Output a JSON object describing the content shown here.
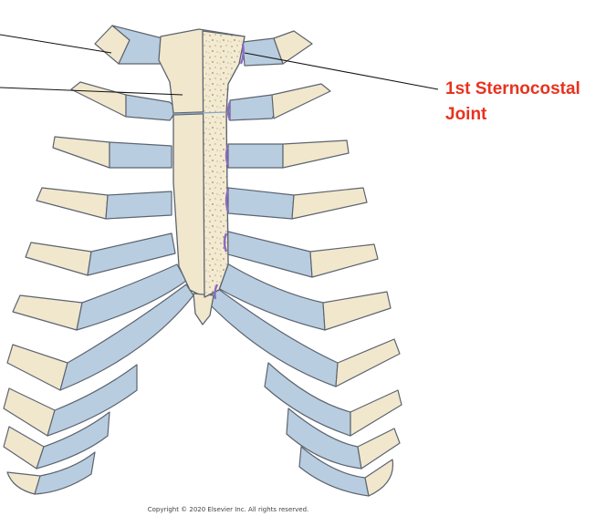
{
  "labels": {
    "joint_line1": "1st Sternocostal",
    "joint_line2": "Joint"
  },
  "copyright": "Copyright © 2020 Elsevier Inc. All rights reserved.",
  "colors": {
    "bone": "#f1e7cc",
    "cartilage": "#b9cde0",
    "outline": "#5c6470",
    "label": "#e8321e"
  }
}
